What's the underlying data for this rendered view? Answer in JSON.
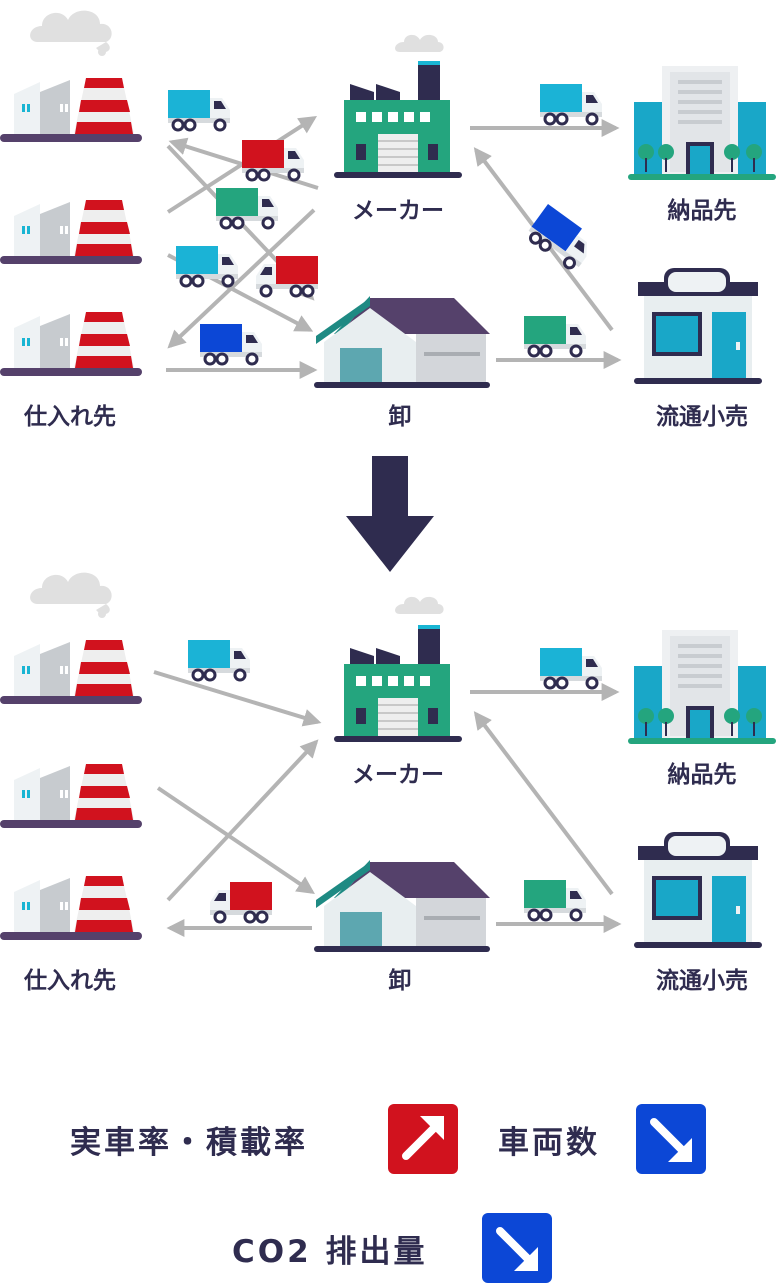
{
  "labels": {
    "supplier": "仕入れ先",
    "maker": "メーカー",
    "wholesale": "卸",
    "delivery": "納品先",
    "retail": "流通小売"
  },
  "legend": {
    "load_rate": "実車率・積載率",
    "vehicles": "車両数",
    "co2": "CO2 排出量"
  },
  "colors": {
    "navy": "#2f2c4f",
    "factory_green": "#24a57e",
    "red_badge": "#d1121e",
    "blue_badge": "#0c47d6",
    "truck_cyan": "#1bb3d6",
    "truck_red": "#d1121e",
    "truck_green": "#24a57e",
    "truck_blue": "#0c47d6",
    "arrow_gray": "#b4b4b4"
  },
  "indicators": {
    "load_rate": "up",
    "vehicles": "down",
    "co2": "down"
  }
}
